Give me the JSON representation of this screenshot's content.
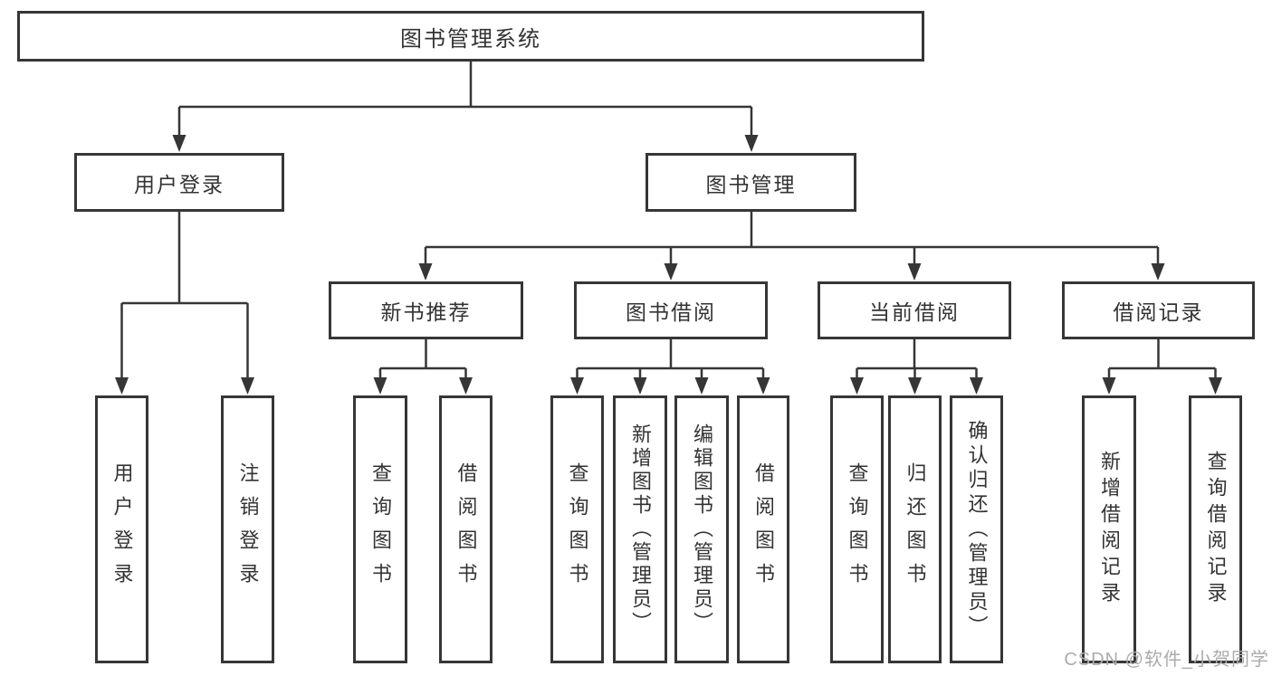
{
  "tree": {
    "label": "图书管理系统",
    "branches": [
      {
        "label": "用户登录",
        "leaves": [
          "用户登录",
          "注销登录"
        ]
      },
      {
        "label": "图书管理",
        "groups": [
          {
            "label": "新书推荐",
            "leaves": [
              "查询图书",
              "借阅图书"
            ]
          },
          {
            "label": "图书借阅",
            "leaves": [
              "查询图书",
              "新增图书（管理员）",
              "编辑图书（管理员）",
              "借阅图书"
            ]
          },
          {
            "label": "当前借阅",
            "leaves": [
              "查询图书",
              "归还图书",
              "确认归还（管理员）"
            ]
          },
          {
            "label": "借阅记录",
            "leaves": [
              "新增借阅记录",
              "查询借阅记录"
            ]
          }
        ]
      }
    ]
  },
  "watermark": "CSDN @软件_小贺同学",
  "colors": {
    "line": "#363636",
    "box_border": "#363636",
    "text": "#333333",
    "watermark": "#ababab",
    "background": "#ffffff"
  }
}
